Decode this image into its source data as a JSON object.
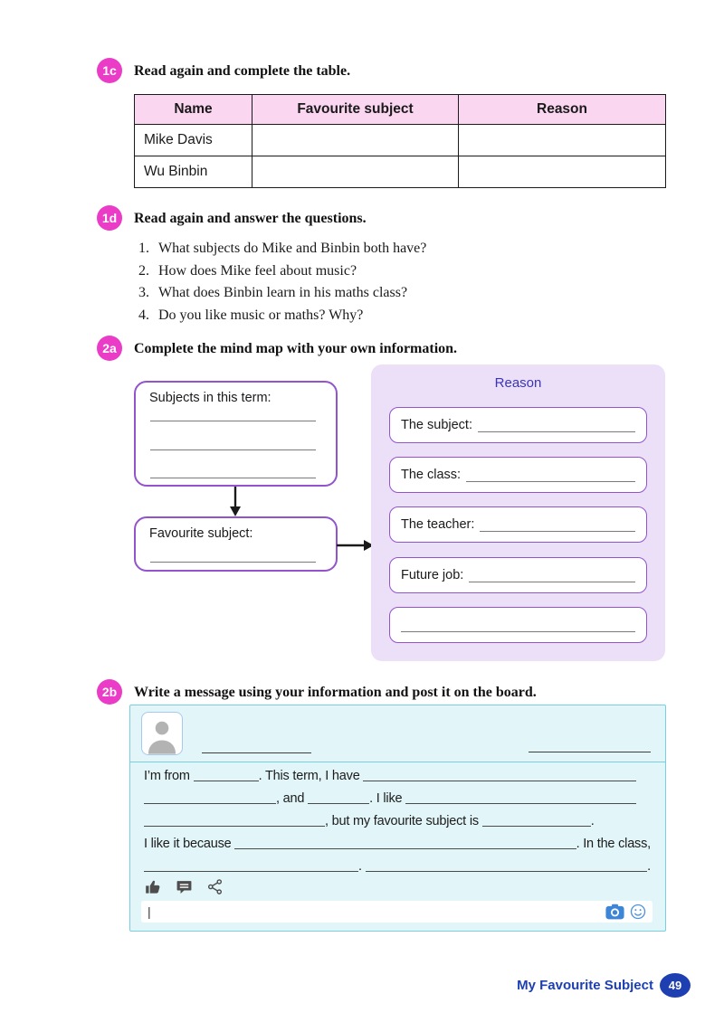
{
  "exercise_1c": {
    "badge": "1c",
    "title": "Read again and complete the table.",
    "table": {
      "headers": [
        "Name",
        "Favourite subject",
        "Reason"
      ],
      "rows": [
        {
          "name": "Mike Davis",
          "favourite_subject": "",
          "reason": ""
        },
        {
          "name": "Wu Binbin",
          "favourite_subject": "",
          "reason": ""
        }
      ]
    }
  },
  "exercise_1d": {
    "badge": "1d",
    "title": "Read again and answer the questions.",
    "questions": [
      {
        "num": "1.",
        "text": "What subjects do Mike and Binbin both have?"
      },
      {
        "num": "2.",
        "text": "How does Mike feel about music?"
      },
      {
        "num": "3.",
        "text": "What does Binbin learn in his maths class?"
      },
      {
        "num": "4.",
        "text": "Do you like music or maths? Why?"
      }
    ]
  },
  "exercise_2a": {
    "badge": "2a",
    "title": "Complete the mind map with your own information.",
    "mindmap": {
      "subjects_box_label": "Subjects in this term:",
      "favourite_box_label": "Favourite subject:",
      "reason_title": "Reason",
      "reason_boxes": [
        {
          "label": "The subject:"
        },
        {
          "label": "The class:"
        },
        {
          "label": "The teacher:"
        },
        {
          "label": "Future job:"
        },
        {
          "label": ""
        }
      ]
    }
  },
  "exercise_2b": {
    "badge": "2b",
    "title": "Write a message using your information and post it on the board.",
    "message": {
      "line1_a": "I’m from ",
      "line1_b": ". This term, I have ",
      "line2_a": ", and ",
      "line2_b": ". I like ",
      "line3_a": ", but my favourite subject is ",
      "line3_b": ".",
      "line4_a": "I like it because ",
      "line4_b": ". In the class,",
      "line5_a": ". ",
      "line5_b": ".",
      "input_cursor": "|",
      "icons": [
        "like-icon",
        "comment-icon",
        "share-icon",
        "camera-icon",
        "emoji-icon",
        "avatar-person-icon"
      ]
    }
  },
  "footer": {
    "label": "My Favourite Subject",
    "page_number": "49"
  },
  "colors": {
    "badge_pink": "#ea3cc6",
    "table_header_pink": "#fbd6f1",
    "purple_border": "#9353cd",
    "reason_panel_bg": "#ecdff8",
    "reason_title_blue": "#3b35b5",
    "message_panel_bg": "#e2f5f9",
    "message_panel_border": "#79cfe2",
    "footer_blue": "#1d3fb2"
  }
}
